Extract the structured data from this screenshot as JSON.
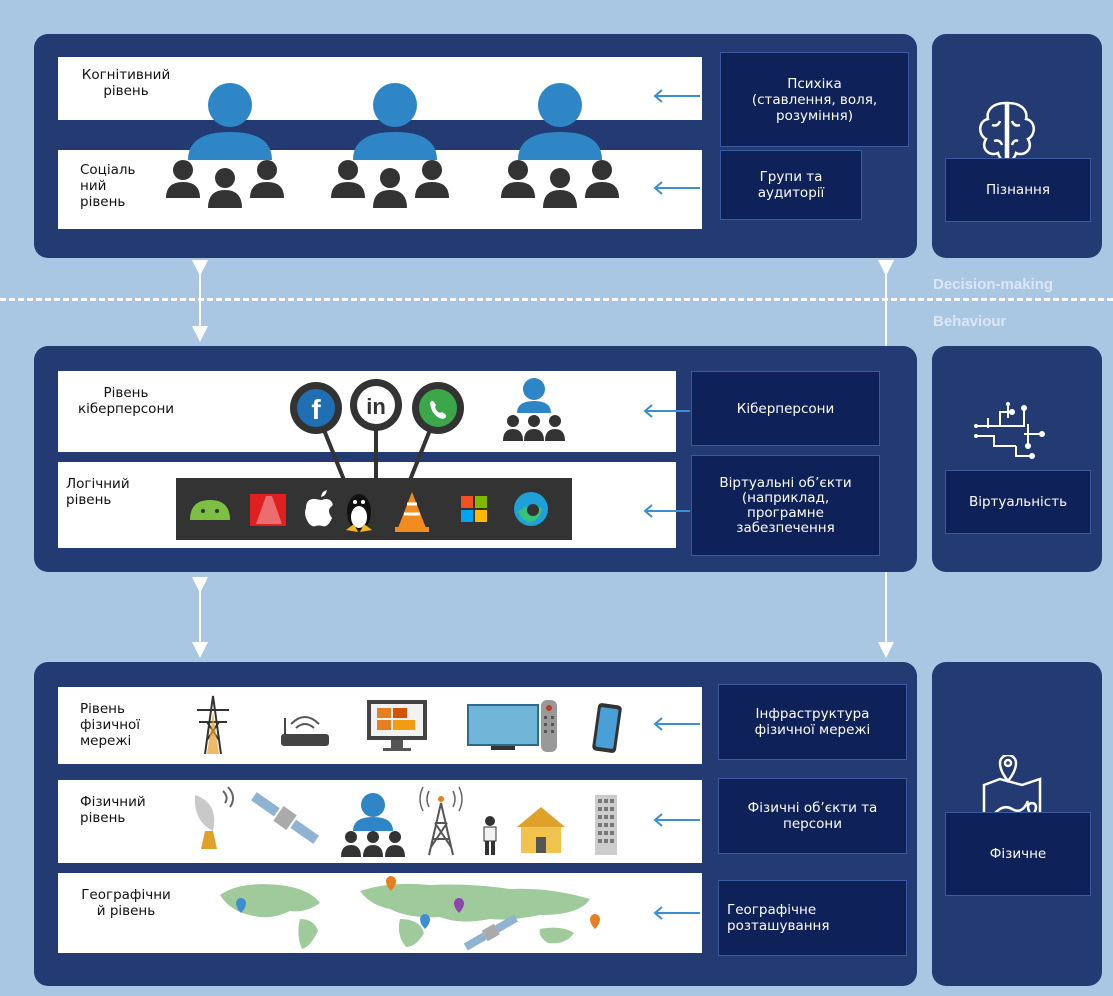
{
  "separator": {
    "top_label": "Decision-making",
    "bottom_label": "Behaviour"
  },
  "cognitive_panel": {
    "rows": [
      {
        "label": "Когнітивний\nрівень",
        "description": "Психіка\n(ставлення, воля,\nрозуміння)"
      },
      {
        "label": "Соціаль\nний\nрівень",
        "description": "Групи та\nаудиторії"
      }
    ],
    "side": {
      "label": "Пізнання",
      "icon": "brain-icon"
    }
  },
  "virtual_panel": {
    "rows": [
      {
        "label": "Рівень\nкіберперсони",
        "description": "Кіберперсони",
        "icons": [
          "facebook-icon",
          "linkedin-icon",
          "whatsapp-icon",
          "user-group-icon"
        ]
      },
      {
        "label": "Логічний\nрівень",
        "description": "Віртуальні об’єкти\n(наприклад,\nпрограмне\nзабезпечення",
        "icons": [
          "android-icon",
          "adobe-icon",
          "apple-icon",
          "linux-icon",
          "vlc-icon",
          "windows-icon",
          "edge-icon"
        ]
      }
    ],
    "side": {
      "label": "Віртуальність",
      "icon": "circuit-icon"
    }
  },
  "physical_panel": {
    "rows": [
      {
        "label": "Рівень\nфізичної\nмережі",
        "description": "Інфраструктура\nфізичної мережі",
        "icons": [
          "power-tower-icon",
          "router-icon",
          "desktop-icon",
          "tv-icon",
          "remote-icon",
          "phone-icon"
        ]
      },
      {
        "label": "Фізичний\nрівень",
        "description": "Фізичні об’єкти та\nперсони",
        "icons": [
          "satellite-dish-icon",
          "satellite-icon",
          "user-group-icon",
          "cell-tower-icon",
          "person-icon",
          "house-icon",
          "building-icon"
        ]
      },
      {
        "label": "Географічни\nй рівень",
        "description": "Географічне\nрозташування",
        "icons": [
          "world-map-icon"
        ]
      }
    ],
    "side": {
      "label": "Фізичне",
      "icon": "map-pin-icon"
    }
  },
  "colors": {
    "background": "#a9c6e3",
    "panel": "#243a73",
    "box": "#0e2159",
    "arrow": "#3b8fd1",
    "row": "#ffffff"
  }
}
